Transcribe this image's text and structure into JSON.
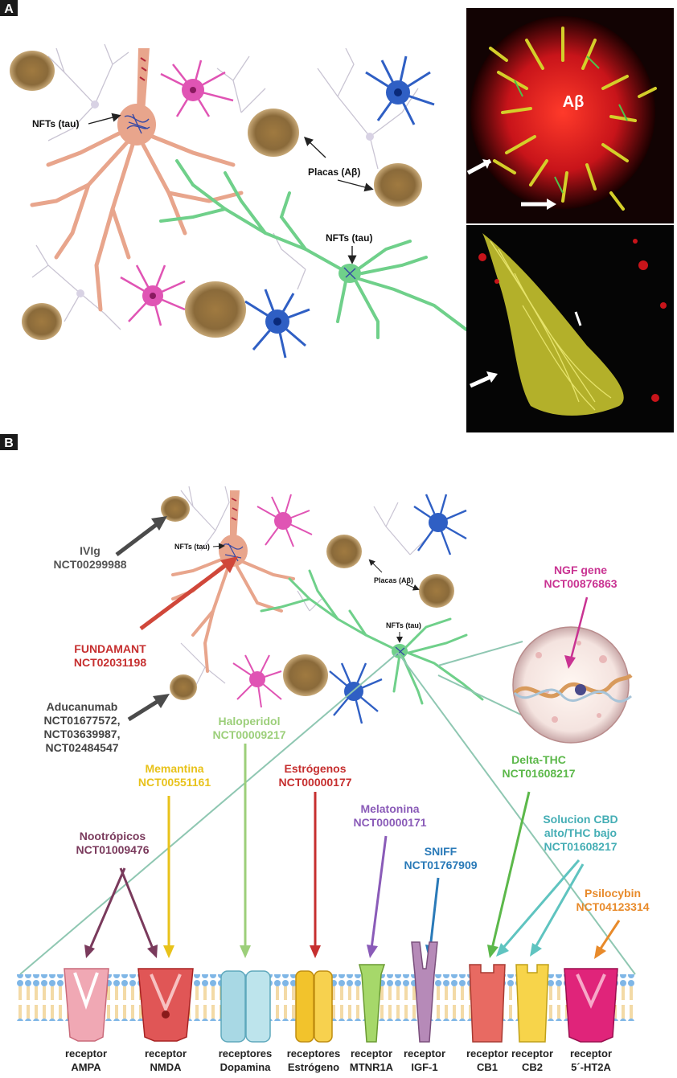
{
  "panels": {
    "a_letter": "A",
    "b_letter": "B"
  },
  "panel_a": {
    "nfts_left": "NFTs (tau)",
    "placas": "Placas (Aβ)",
    "nfts_right": "NFTs (tau)",
    "micrograph_label": "Aβ"
  },
  "panel_b": {
    "nfts_left": "NFTs (tau)",
    "placas": "Placas (Aβ)",
    "nfts_right": "NFTs (tau)",
    "trials": {
      "ivig": {
        "name": "IVIg",
        "code": "NCT00299988"
      },
      "fundamant": {
        "name": "FUNDAMANT",
        "code": "NCT02031198"
      },
      "aducanumab": {
        "name": "Aducanumab",
        "codes": [
          "NCT01677572,",
          "NCT03639987,",
          "NCT02484547"
        ]
      },
      "ngf": {
        "name": "NGF gene",
        "code": "NCT00876863"
      },
      "haloperidol": {
        "name": "Haloperidol",
        "code": "NCT00009217"
      },
      "memantina": {
        "name": "Memantina",
        "code": "NCT00551161"
      },
      "estrogenos": {
        "name": "Estrógenos",
        "code": "NCT00000177"
      },
      "delta_thc": {
        "name": "Delta-THC",
        "code": "NCT01608217"
      },
      "melatonina": {
        "name": "Melatonina",
        "code": "NCT00000171"
      },
      "nootropicos": {
        "name": "Nootrópicos",
        "code": "NCT01009476"
      },
      "sniff": {
        "name": "SNIFF",
        "code": "NCT01767909"
      },
      "cbd": {
        "name1": "Solucion CBD",
        "name2": "alto/THC bajo",
        "code": "NCT01608217"
      },
      "psilocybin": {
        "name": "Psilocybin",
        "code": "NCT04123314"
      }
    },
    "receptors": [
      {
        "line1": "receptor",
        "line2": "AMPA"
      },
      {
        "line1": "receptor",
        "line2": "NMDA"
      },
      {
        "line1": "receptores",
        "line2": "Dopamina"
      },
      {
        "line1": "receptores",
        "line2": "Estrógeno"
      },
      {
        "line1": "receptor",
        "line2": "MTNR1A"
      },
      {
        "line1": "receptor",
        "line2": "IGF-1"
      },
      {
        "line1": "receptor",
        "line2": "CB1"
      },
      {
        "line1": "receptor",
        "line2": "CB2"
      },
      {
        "line1": "receptor",
        "line2": "5´-HT2A"
      }
    ]
  },
  "colors": {
    "pink_neuron": "#e8a58c",
    "green_neuron": "#6fd08a",
    "blue_glia": "#2f5fc4",
    "magenta_glia": "#e054b4",
    "plaque": "#8a6a3a",
    "micro_red": "#d8201c",
    "micro_yellow": "#d4cf2a",
    "membrane": "#6fa8dc"
  }
}
